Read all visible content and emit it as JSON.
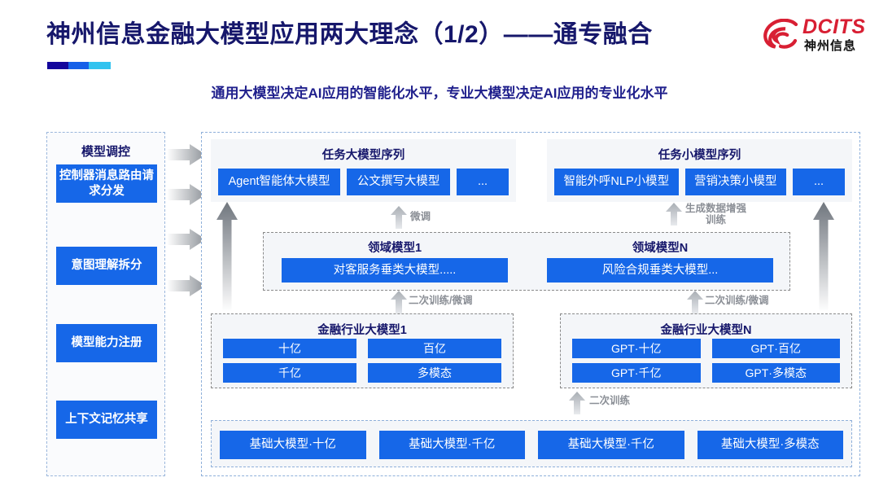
{
  "header": {
    "title": "神州信息金融大模型应用两大理念（1/2）——通专融合",
    "subtitle": "通用大模型决定AI应用的智能化水平，专业大模型决定AI应用的专业化水平",
    "logo": {
      "en": "DCITS",
      "cn": "神州信息",
      "red": "#d81f33"
    },
    "accent_bar": [
      "#13069c",
      "#1560e8",
      "#31c3ef"
    ]
  },
  "sidebar": {
    "title": "模型调控",
    "items": [
      {
        "label": "控制器消息路由请求分发"
      },
      {
        "label": "意图理解拆分"
      },
      {
        "label": "模型能力注册"
      },
      {
        "label": "上下文记忆共享"
      }
    ]
  },
  "diagram": {
    "task_large": {
      "title": "任务大模型序列",
      "items": [
        "Agent智能体大模型",
        "公文撰写大模型",
        "..."
      ]
    },
    "task_small": {
      "title": "任务小模型序列",
      "items": [
        "智能外呼NLP小模型",
        "营销决策小模型",
        "..."
      ]
    },
    "domain": [
      {
        "title": "领域模型1",
        "item": "对客服务垂类大模型....."
      },
      {
        "title": "领域模型N",
        "item": "风险合规垂类大模型..."
      }
    ],
    "industry": [
      {
        "title": "金融行业大模型1",
        "items": [
          "十亿",
          "百亿",
          "千亿",
          "多模态"
        ]
      },
      {
        "title": "金融行业大模型N",
        "items": [
          "GPT·十亿",
          "GPT·百亿",
          "GPT·千亿",
          "GPT·多模态"
        ]
      }
    ],
    "base": {
      "items": [
        "基础大模型·十亿",
        "基础大模型·千亿",
        "基础大模型·千亿",
        "基础大模型·多模态"
      ]
    },
    "arrow_labels": {
      "fine_tune": "微调",
      "gen_data_line1": "生成数据增强",
      "gen_data_line2": "训练",
      "second_train_finetune": "二次训练/微调",
      "second_train": "二次训练"
    }
  },
  "colors": {
    "primary_blue": "#1667e8",
    "title_navy": "#16176b",
    "panel_bg": "#f4f6f9",
    "arrow_gray": "#8b8f96"
  }
}
